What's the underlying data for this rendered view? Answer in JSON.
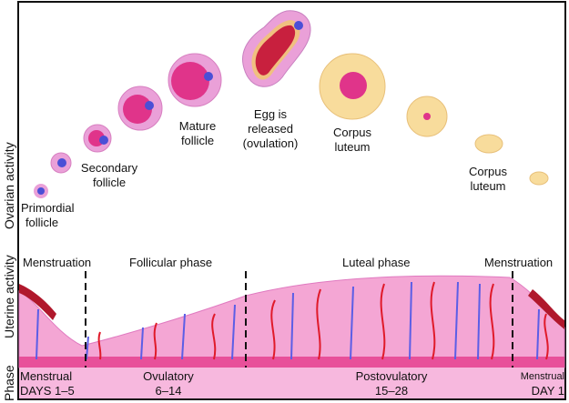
{
  "axes": {
    "ovarian": "Ovarian activity",
    "uterine": "Uterine activity",
    "phase": "Phase"
  },
  "ovarian_stages": [
    {
      "label_line1": "Primordial",
      "label_line2": "follicle"
    },
    {
      "label_line1": "Secondary",
      "label_line2": "follicle"
    },
    {
      "label_line1": "Mature",
      "label_line2": "follicle"
    },
    {
      "label_line1": "Egg is",
      "label_line2": "released",
      "label_line3": "(ovulation)"
    },
    {
      "label_line1": "Corpus",
      "label_line2": "luteum"
    },
    {
      "label_line1": "Corpus",
      "label_line2": "luteum"
    }
  ],
  "uterine_phases": [
    {
      "label": "Menstruation"
    },
    {
      "label": "Follicular phase"
    },
    {
      "label": "Luteal phase"
    },
    {
      "label": "Menstruation"
    }
  ],
  "cycle_phases": [
    {
      "name": "Menstrual",
      "days": "DAYS 1–5"
    },
    {
      "name": "Ovulatory",
      "days": "6–14"
    },
    {
      "name": "Postovulatory",
      "days": "15–28"
    },
    {
      "name": "Menstrual",
      "days": "DAY 1"
    }
  ],
  "colors": {
    "follicle_pink": "#e0348a",
    "follicle_shell": "#eaa0d8",
    "egg_blue": "#4b4fd6",
    "corpus_yellow": "#f8dc9c",
    "endometrium": "#f4a6d4",
    "artery_red": "#e01a2a",
    "vein_blue": "#5b5ee6",
    "phase_band": "#f7b8de"
  }
}
